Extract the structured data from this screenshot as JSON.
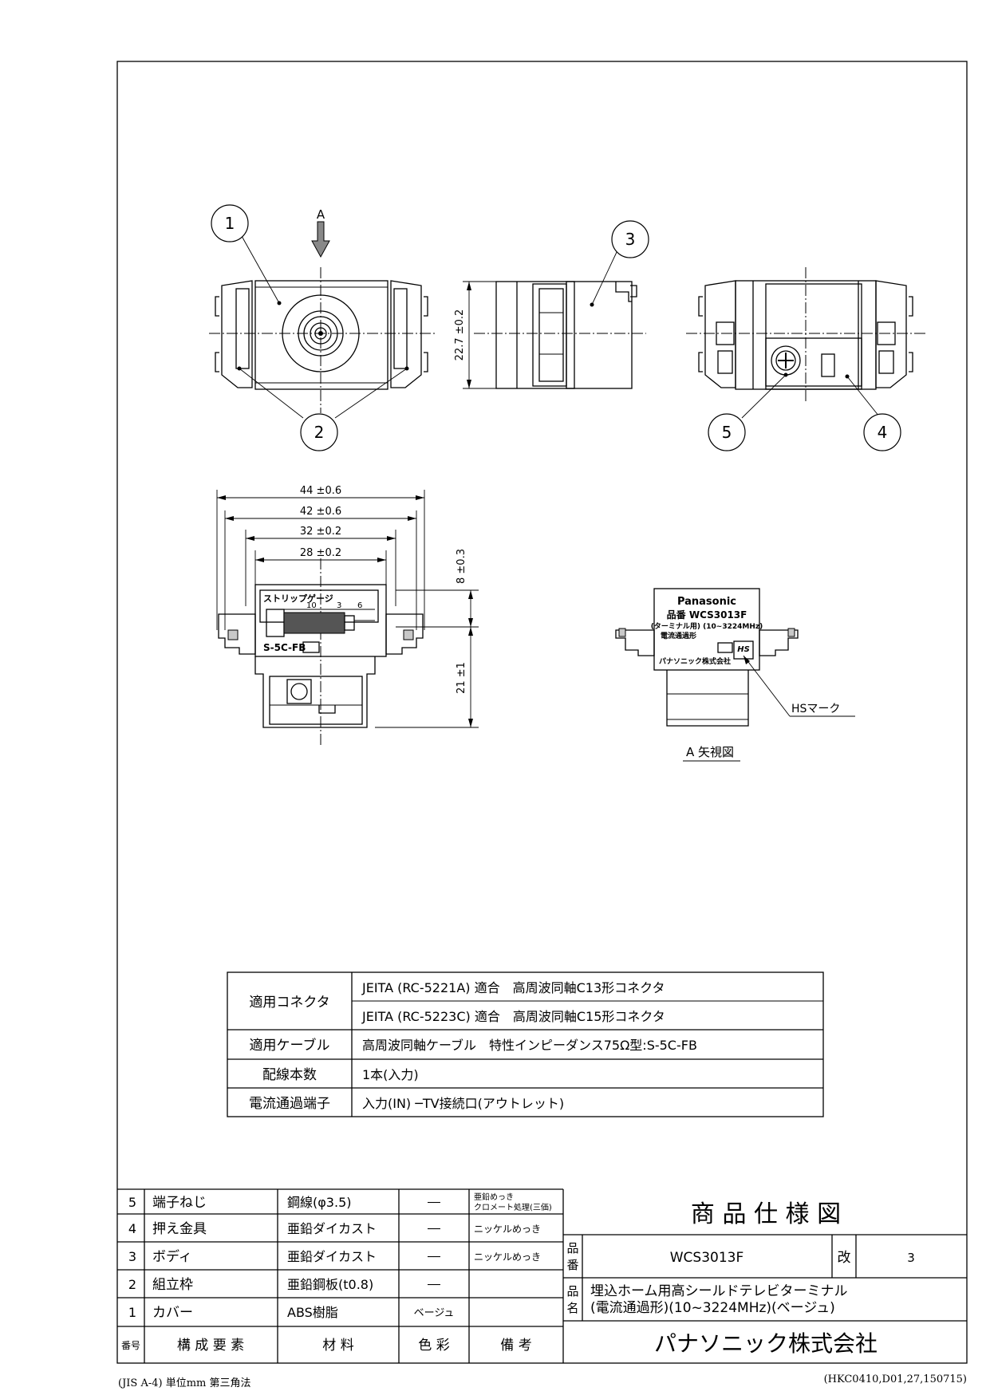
{
  "callouts": [
    "1",
    "2",
    "3",
    "4",
    "5"
  ],
  "view_arrow_label": "A",
  "dimensions": {
    "h_22_7": "22.7 ±0.2",
    "w_44": "44 ±0.6",
    "w_42": "42 ±0.6",
    "w_32": "32 ±0.2",
    "w_28": "28 ±0.2",
    "h_8": "8 ±0.3",
    "h_21": "21 ±1"
  },
  "side_label": {
    "strip_gauge": "ストリップゲージ",
    "n10": "10",
    "n3": "3",
    "n6": "6",
    "cable_type": "S-5C-FB"
  },
  "front_label": {
    "brand": "Panasonic",
    "model": "品番 WCS3013F",
    "sub1": "(ターミナル用) (10~3224MHz)",
    "sub2": "電流通過形",
    "maker": "パナソニック株式会社",
    "hs": "HS"
  },
  "hs_mark_label": "HSマーク",
  "view_a_caption": "A 矢視図",
  "spec_table": {
    "rows": [
      {
        "label": "適用コネクタ",
        "values": [
          "JEITA (RC-5221A) 適合　高周波同軸C13形コネクタ",
          "JEITA (RC-5223C) 適合　高周波同軸C15形コネクタ"
        ]
      },
      {
        "label": "適用ケーブル",
        "values": [
          "高周波同軸ケーブル　特性インピーダンス75Ω型:S-5C-FB"
        ]
      },
      {
        "label": "配線本数",
        "values": [
          "1本(入力)"
        ]
      },
      {
        "label": "電流通過端子",
        "values": [
          "入力(IN) ─TV接続口(アウトレット)"
        ]
      }
    ]
  },
  "parts_table": {
    "rows": [
      {
        "no": "5",
        "part": "端子ねじ",
        "material": "鋼線(φ3.5)",
        "color": "──",
        "note1": "亜鉛めっき",
        "note2": "クロメート処理(三価)"
      },
      {
        "no": "4",
        "part": "押え金具",
        "material": "亜鉛ダイカスト",
        "color": "──",
        "note1": "ニッケルめっき",
        "note2": ""
      },
      {
        "no": "3",
        "part": "ボディ",
        "material": "亜鉛ダイカスト",
        "color": "──",
        "note1": "ニッケルめっき",
        "note2": ""
      },
      {
        "no": "2",
        "part": "組立枠",
        "material": "亜鉛鋼板(t0.8)",
        "color": "──",
        "note1": "",
        "note2": ""
      },
      {
        "no": "1",
        "part": "カバー",
        "material": "ABS樹脂",
        "color": "ベージュ",
        "note1": "",
        "note2": ""
      }
    ],
    "header": {
      "no": "番号",
      "part": "構 成 要 素",
      "material": "材 料",
      "color": "色 彩",
      "note": "備 考"
    }
  },
  "title_block": {
    "doc_title": "商 品 仕 様 図",
    "hinban_label_1": "品",
    "hinban_label_2": "番",
    "hinban": "WCS3013F",
    "kai_label": "改",
    "kai": "3",
    "hinmei_label_1": "品",
    "hinmei_label_2": "名",
    "hinmei_1": "埋込ホーム用高シールドテレビターミナル",
    "hinmei_2": "(電流通過形)(10~3224MHz)(ベージュ)",
    "company": "パナソニック株式会社"
  },
  "footer": {
    "left": "(JIS A-4)  単位mm  第三角法",
    "right": "(HKC0410,D01,27,150715)"
  }
}
